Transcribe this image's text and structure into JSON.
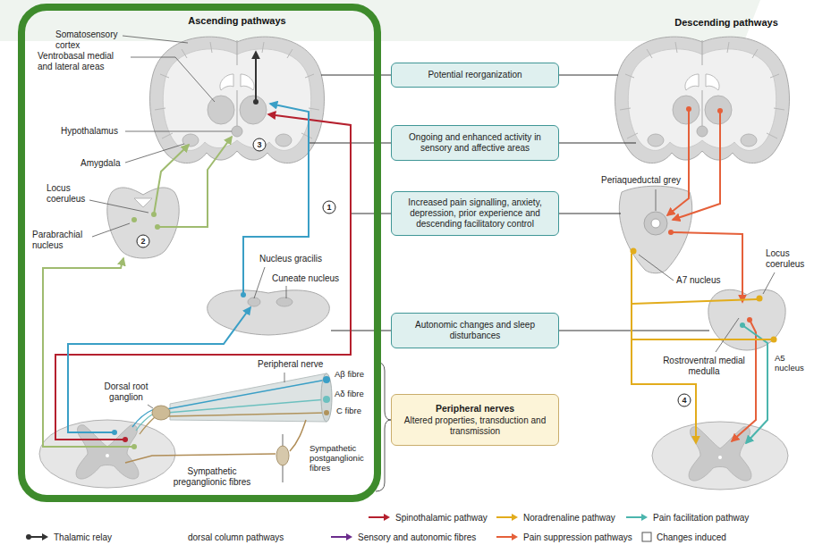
{
  "diagram": {
    "nodes": [
      {
        "text": [
          "Potential reorganization"
        ]
      },
      {
        "text": [
          "Ongoing and enhanced activity in sensory and affective areas"
        ]
      },
      {
        "text": [
          "Increased pain signalling, anxiety, depression, prior experience and descending facilitatory control"
        ]
      },
      {
        "text": [
          "Autonomic changes and sleep disturbances"
        ]
      },
      {
        "text": [
          "Peripheral nerves",
          "Altered properties, transduction and transmission"
        ]
      }
    ],
    "labels": [
      "Ascending pathways",
      "Descending pathways",
      "Somatosensory cortex",
      "Ventrobasal medial and lateral areas",
      "Hypothalamus",
      "3",
      "Amygdala",
      "Periaqueductal grey",
      "Locus coeruleus",
      "1",
      "Parabrachial nucleus",
      "2",
      "A7 nucleus",
      "Locus coeruleus",
      "Nucleus gracilis",
      "Cuneate nucleus",
      "Rostroventral medial medulla",
      "A5 nucleus",
      "Peripheral nerve",
      "Aβ fibre",
      "Dorsal root ganglion",
      "Aδ fibre",
      "4",
      "C fibre",
      "Sympathetic postganglionic fibres",
      "Sympathetic preganglionic fibres"
    ],
    "legend": [
      {
        "text": "Spinothalamic pathway"
      },
      {
        "text": "Noradrenaline pathway"
      },
      {
        "text": "Pain facilitation pathway"
      },
      {
        "text": "Thalamic relay"
      },
      {
        "text": "dorsal column pathways"
      },
      {
        "text": "Sensory and autonomic fibres"
      },
      {
        "text": "Pain suppression pathways"
      },
      {
        "text": "Changes induced"
      }
    ]
  }
}
